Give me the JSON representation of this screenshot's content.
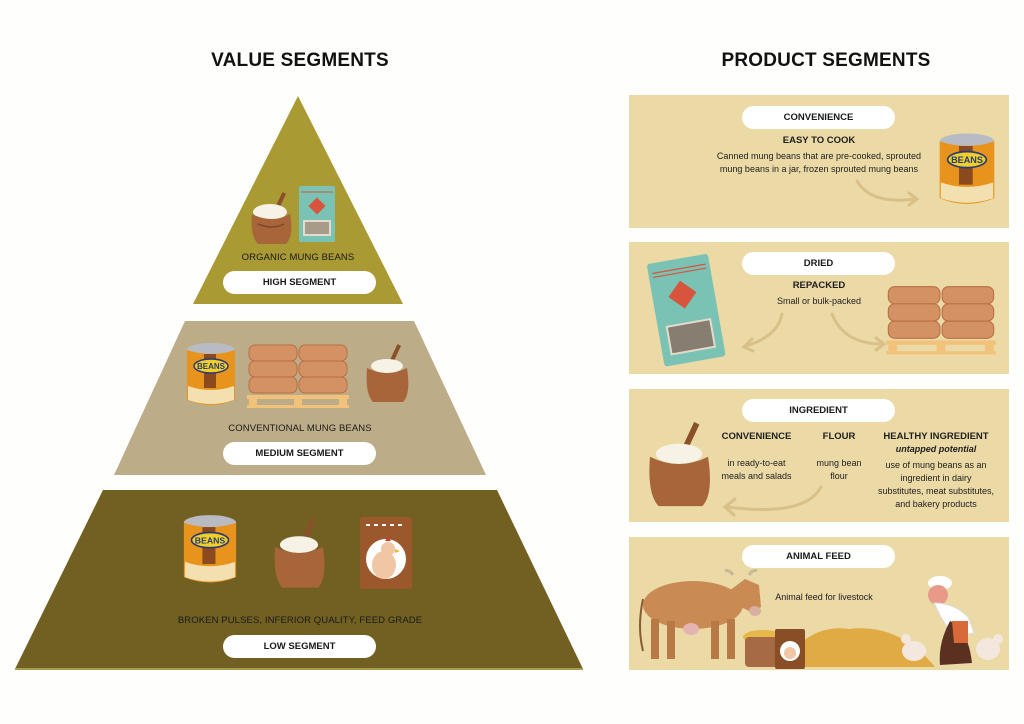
{
  "value_segments": {
    "heading": "VALUE SEGMENTS",
    "colors": {
      "high": "#a99a34",
      "medium": "#bcad88",
      "low": "#726023"
    },
    "tiers": [
      {
        "segment": "HIGH SEGMENT",
        "label": "ORGANIC MUNG BEANS",
        "icons": [
          "flour-sack-icon",
          "pouch-bag-icon"
        ]
      },
      {
        "segment": "MEDIUM SEGMENT",
        "label": "CONVENTIONAL MUNG BEANS",
        "icons": [
          "beans-can-icon",
          "sack-pallet-icon",
          "flour-sack-icon"
        ]
      },
      {
        "segment": "LOW SEGMENT",
        "label": "BROKEN PULSES, INFERIOR QUALITY, FEED GRADE",
        "icons": [
          "beans-can-icon",
          "flour-sack-icon",
          "chicken-feed-bag-icon"
        ]
      }
    ]
  },
  "product_segments": {
    "heading": "PRODUCT SEGMENTS",
    "panel_color": "#ebd9a6",
    "panels": [
      {
        "pill": "CONVENIENCE",
        "subtitle": "EASY TO COOK",
        "text_line1": "Canned mung beans that are pre-cooked, sprouted",
        "text_line2": "mung beans in a jar, frozen sprouted mung beans"
      },
      {
        "pill": "DRIED",
        "subtitle": "REPACKED",
        "text": "Small or bulk-packed"
      },
      {
        "pill": "INGREDIENT",
        "columns": [
          {
            "title": "CONVENIENCE",
            "l1": "in ready-to-eat",
            "l2": "meals and salads"
          },
          {
            "title": "FLOUR",
            "l1": "mung bean",
            "l2": "flour"
          },
          {
            "title": "HEALTHY INGREDIENT",
            "note": "untapped potential",
            "l1": "use of mung beans as an",
            "l2": "ingredient in dairy",
            "l3": "substitutes, meat substitutes,",
            "l4": "and bakery products"
          }
        ]
      },
      {
        "pill": "ANIMAL FEED",
        "text": "Animal feed for livestock"
      }
    ]
  }
}
